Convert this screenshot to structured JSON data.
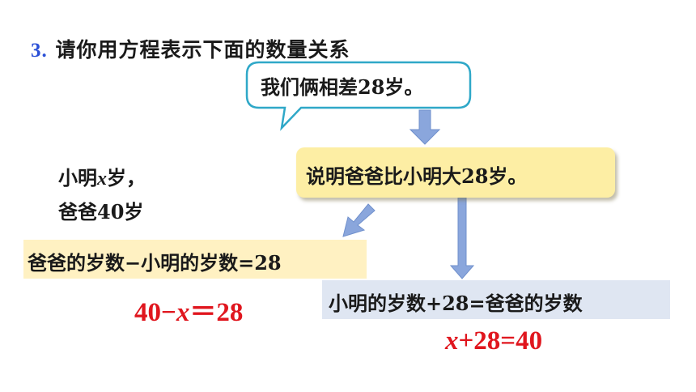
{
  "problem": {
    "number": "3",
    "dot": ".",
    "title": "请你用方程表示下面的数量关系"
  },
  "speech_bubble": {
    "text": "我们俩相差28岁。"
  },
  "explanation": {
    "text": "说明爸爸比小明大28岁。"
  },
  "given": {
    "line1_prefix": "小明",
    "line1_var": "x",
    "line1_suffix": "岁，",
    "line2": "爸爸40岁"
  },
  "relations": {
    "left": "爸爸的岁数−小明的岁数=28",
    "right": "小明的岁数+28=爸爸的岁数"
  },
  "equations": {
    "left_a": "40−",
    "left_var": "x",
    "left_b": "＝28",
    "right_var": "x",
    "right_b": "+28=40"
  },
  "colors": {
    "number_blue": "#2a4fd6",
    "equation_red": "#e0161e",
    "bubble_border": "#2fa8c8",
    "arrow_fill": "#8aa6dc",
    "explain_bg": "#fdeea4",
    "relation_left_bg": "#fff1c2",
    "relation_right_bg": "#dfe6f2"
  }
}
